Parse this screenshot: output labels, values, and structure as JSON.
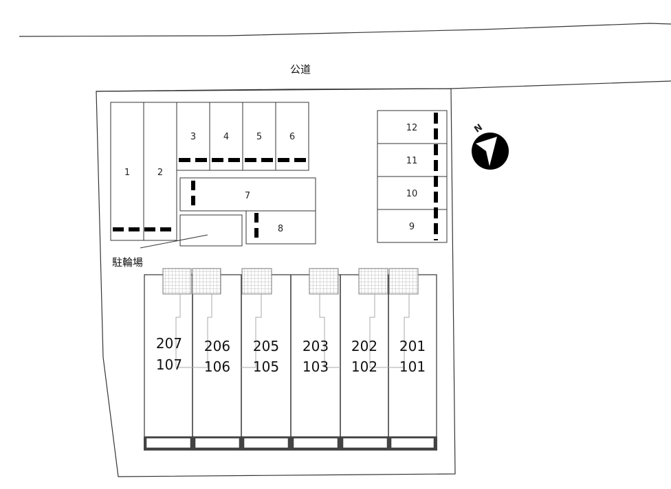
{
  "road_label": "公道",
  "bicycle_label": "駐輪場",
  "north_label": "N",
  "parking_spaces": [
    "1",
    "2",
    "3",
    "4",
    "5",
    "6",
    "7",
    "8",
    "9",
    "10",
    "11",
    "12"
  ],
  "units": [
    {
      "upper": "207",
      "lower": "107"
    },
    {
      "upper": "206",
      "lower": "106"
    },
    {
      "upper": "205",
      "lower": "105"
    },
    {
      "upper": "203",
      "lower": "103"
    },
    {
      "upper": "202",
      "lower": "102"
    },
    {
      "upper": "201",
      "lower": "101"
    }
  ]
}
